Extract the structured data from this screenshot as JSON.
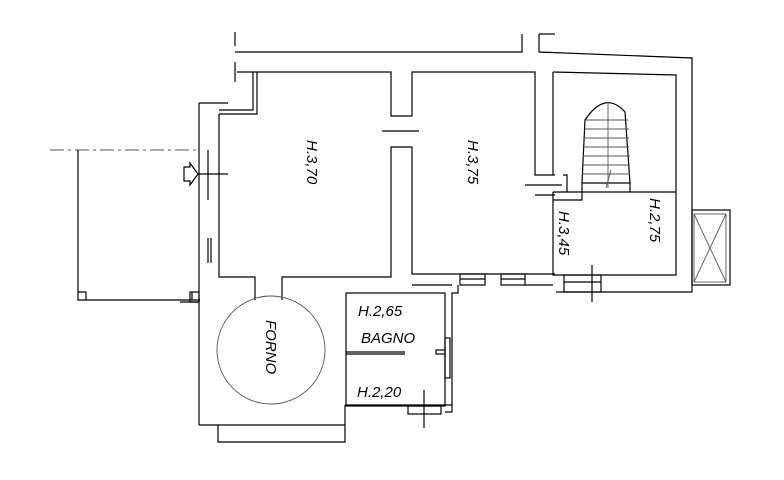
{
  "rooms": [
    {
      "label": "H.3,70"
    },
    {
      "label": "H.3,75"
    },
    {
      "label": "H.3,45"
    },
    {
      "label": "H.2,75"
    },
    {
      "label": "H.2,65"
    },
    {
      "label": "BAGNO"
    },
    {
      "label": "H.2,20"
    },
    {
      "label": "FORNO"
    }
  ],
  "colors": {
    "line": "#000000",
    "background": "#ffffff"
  }
}
